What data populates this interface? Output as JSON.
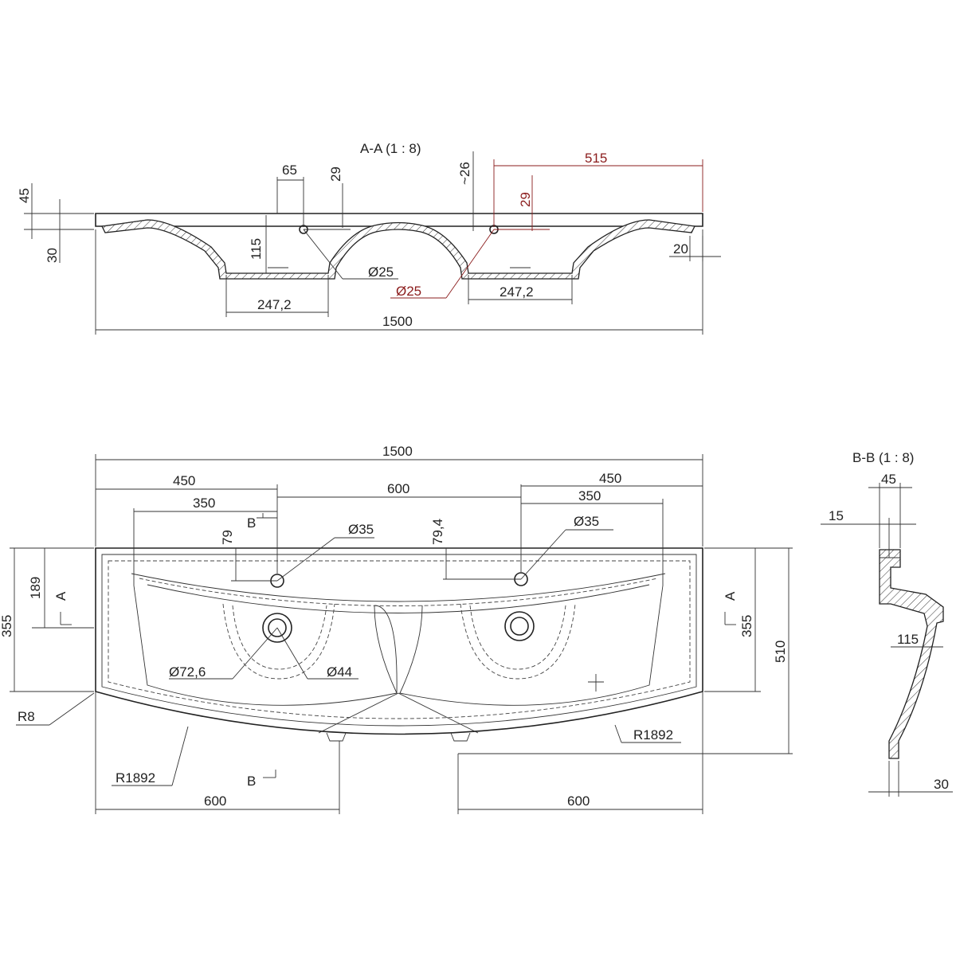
{
  "section_aa": {
    "title": "A-A  (1 : 8)",
    "dims": {
      "d45": "45",
      "d30": "30",
      "d65": "65",
      "d29": "29",
      "d115": "115",
      "d26": "~26",
      "d515": "515",
      "d29r": "29",
      "d20": "20",
      "d25": "Ø25",
      "d25r": "Ø25",
      "d247_left": "247,2",
      "d247_right": "247,2",
      "d1500": "1500"
    }
  },
  "plan_view": {
    "dims": {
      "d1500": "1500",
      "d450_left": "450",
      "d600_mid": "600",
      "d450_right": "450",
      "d350_left": "350",
      "d350_right": "350",
      "d79": "79",
      "d79_4": "79,4",
      "d35_left": "Ø35",
      "d35_right": "Ø35",
      "d189": "189",
      "d355_left": "355",
      "d355_right": "355",
      "d510": "510",
      "d72_6": "Ø72,6",
      "d44": "Ø44",
      "r8": "R8",
      "r1892_left": "R1892",
      "r1892_right": "R1892",
      "d600_left": "600",
      "d600_right": "600"
    },
    "section_marks": {
      "b_top": "B",
      "b_bottom": "B",
      "a_left": "A",
      "a_right": "A"
    }
  },
  "section_bb": {
    "title": "B-B  (1 : 8)",
    "dims": {
      "d45": "45",
      "d15": "15",
      "d115": "115",
      "d30": "30"
    }
  }
}
